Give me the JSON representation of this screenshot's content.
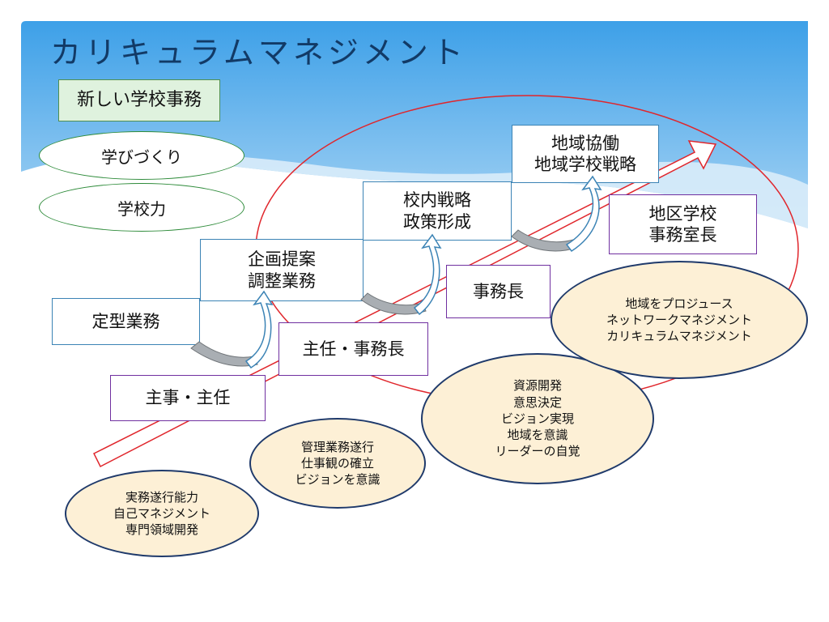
{
  "title": "カリキュラムマネジメント",
  "header_label": "新しい学校事務",
  "ovals_green": [
    "学びづくり",
    "学校力"
  ],
  "role_boxes": {
    "shuji": "主事・主任",
    "shunin_jimucho": "主任・事務長",
    "jimucho": "事務長",
    "chiku": [
      "地区学校",
      "事務室長"
    ]
  },
  "task_boxes": {
    "teikei": "定型業務",
    "kikaku": [
      "企画提案",
      "調整業務"
    ],
    "kounai": [
      "校内戦略",
      "政策形成"
    ],
    "chiiki": [
      "地域協働",
      "地域学校戦略"
    ]
  },
  "competency_ovals": {
    "level1": [
      "実務遂行能力",
      "自己マネジメント",
      "専門領域開発"
    ],
    "level2": [
      "管理業務遂行",
      "仕事観の確立",
      "ビジョンを意識"
    ],
    "level3": [
      "資源開発",
      "意思決定",
      "ビジョン実現",
      "地域を意識",
      "リーダーの自覚"
    ],
    "level4": [
      "地域をプロジュース",
      "ネットワークマネジメント",
      "カリキュラムマネジメント"
    ]
  },
  "colors": {
    "header_blue": "#2a8fd8",
    "title_text": "#123a66",
    "red_outline": "#e0262c",
    "purple_border": "#7030a0",
    "blue_border": "#3b83b5",
    "cream_fill": "#fdf0d6"
  }
}
